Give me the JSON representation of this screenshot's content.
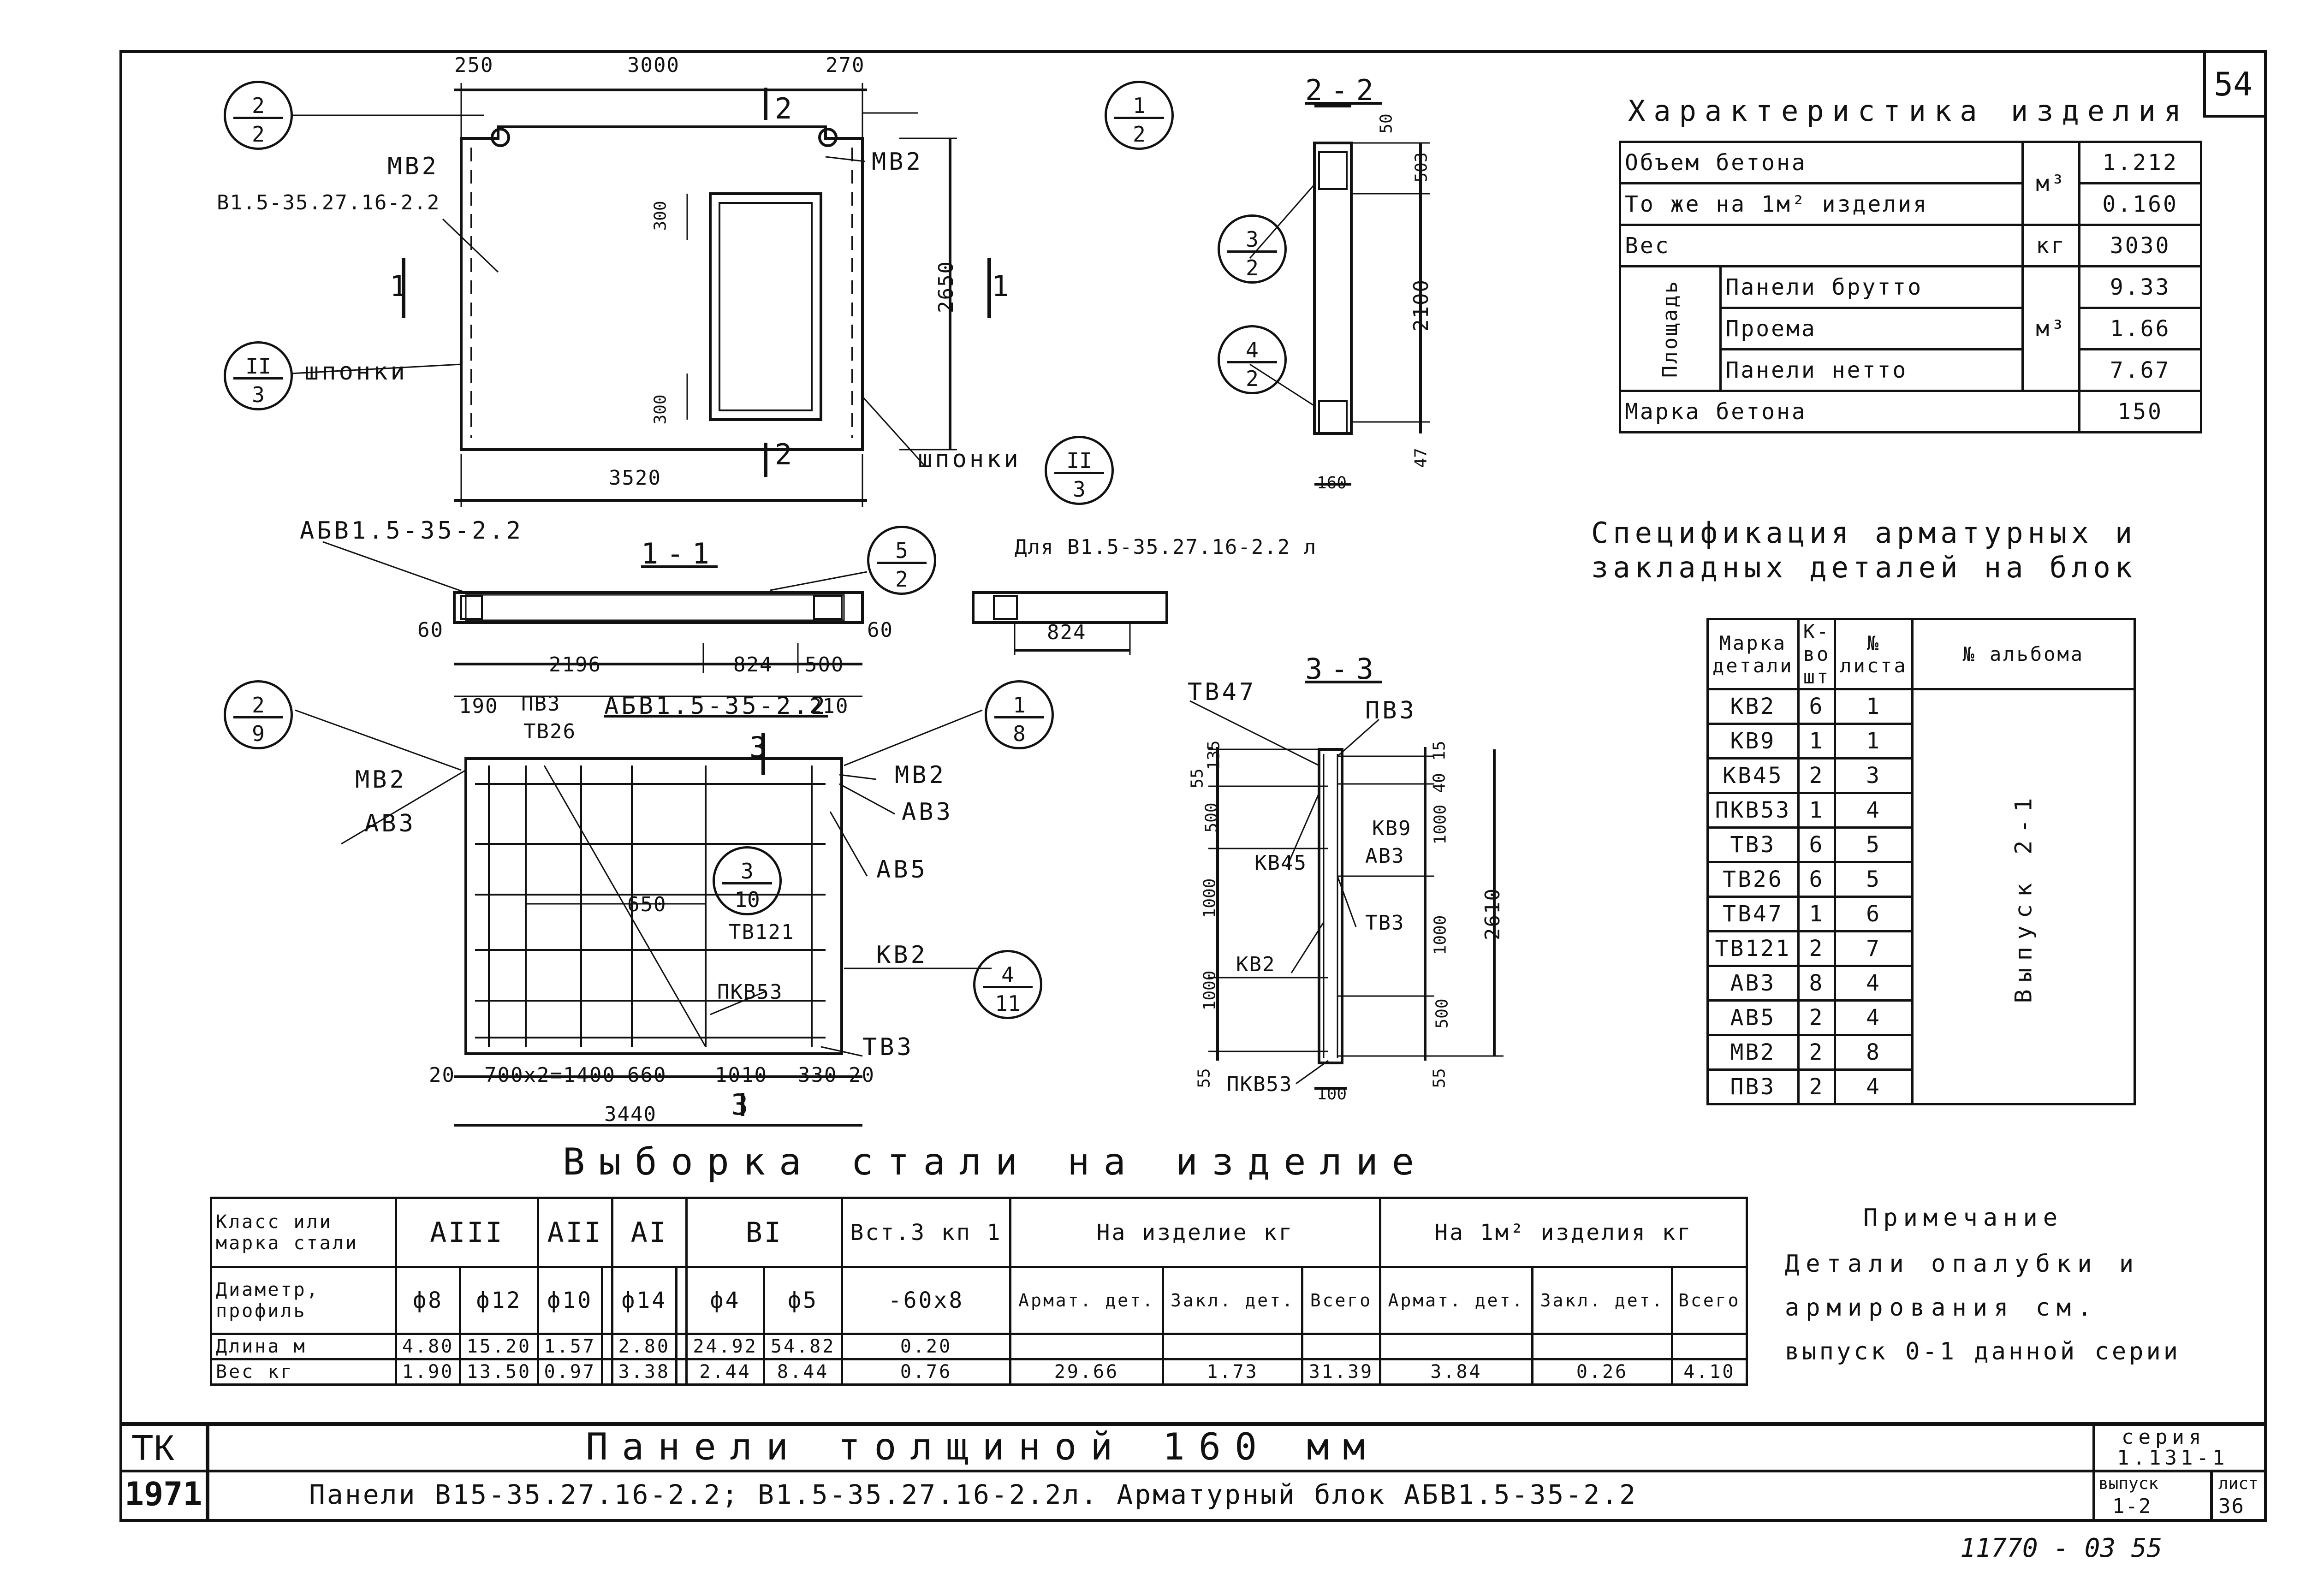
{
  "sheet_corner": "54",
  "product_characteristics": {
    "title": "Характеристика изделия",
    "rows": [
      {
        "label": "Объем бетона",
        "unit": "м³",
        "value": "1.212"
      },
      {
        "label": "То же на 1м² изделия",
        "unit": "",
        "value": "0.160"
      },
      {
        "label": "Вес",
        "unit": "кг",
        "value": "3030"
      },
      {
        "group": "Площадь",
        "label": "Панели брутто",
        "unit": "м³",
        "value": "9.33"
      },
      {
        "group": "",
        "label": "Проема",
        "unit": "",
        "value": "1.66"
      },
      {
        "group": "",
        "label": "Панели нетто",
        "unit": "",
        "value": "7.67"
      },
      {
        "label": "Марка бетона",
        "unit": "",
        "value": "150"
      }
    ]
  },
  "spec": {
    "title_line1": "Спецификация арматурных и",
    "title_line2": "закладных деталей на блок",
    "headers": [
      "Марка детали",
      "К-во шт",
      "№ листа",
      "№ альбома"
    ],
    "album_note": "Выпуск 2-1",
    "rows": [
      [
        "КВ2",
        "6",
        "1"
      ],
      [
        "КВ9",
        "1",
        "1"
      ],
      [
        "КВ45",
        "2",
        "3"
      ],
      [
        "ПКВ53",
        "1",
        "4"
      ],
      [
        "ТВ3",
        "6",
        "5"
      ],
      [
        "ТВ26",
        "6",
        "5"
      ],
      [
        "ТВ47",
        "1",
        "6"
      ],
      [
        "ТВ121",
        "2",
        "7"
      ],
      [
        "АВ3",
        "8",
        "4"
      ],
      [
        "АВ5",
        "2",
        "4"
      ],
      [
        "МВ2",
        "2",
        "8"
      ],
      [
        "ПВ3",
        "2",
        "4"
      ]
    ]
  },
  "steel": {
    "title": "Выборка стали на изделие",
    "class_label": "Класс или марка стали",
    "diam_label": "Диаметр, профиль",
    "length_label": "Длина м",
    "weight_label": "Вес кг",
    "classes": [
      "АIII",
      "АII",
      "АI",
      "ВI",
      "Вст.3 кп 1"
    ],
    "per_item": "На изделие кг",
    "per_m2": "На 1м² изделия кг",
    "sub": [
      "Армат. дет.",
      "Закл. дет.",
      "Всего"
    ],
    "diameters": [
      "ф8",
      "ф12",
      "ф10",
      "",
      "ф14",
      "",
      "ф4",
      "ф5",
      "-60х8"
    ],
    "lengths": [
      "4.80",
      "15.20",
      "1.57",
      "",
      "2.80",
      "",
      "24.92",
      "54.82",
      "0.20"
    ],
    "weights": [
      "1.90",
      "13.50",
      "0.97",
      "",
      "3.38",
      "",
      "2.44",
      "8.44",
      "0.76"
    ],
    "totals_item": [
      "29.66",
      "1.73",
      "31.39"
    ],
    "totals_m2": [
      "3.84",
      "0.26",
      "4.10"
    ]
  },
  "note": {
    "title": "Примечание",
    "lines": [
      "Детали опалубки и",
      "армирования см.",
      "выпуск 0-1 данной серии"
    ]
  },
  "title_block": {
    "org": "ТК",
    "year": "1971",
    "title": "Панели толщиной 160 мм",
    "subtitle": "Панели В15-35.27.16-2.2; В1.5-35.27.16-2.2л. Арматурный блок АБВ1.5-35-2.2",
    "series_label": "серия",
    "series_value": "1.131-1",
    "issue_label": "выпуск",
    "issue_value": "1-2",
    "sheet_label": "лист",
    "sheet_value": "36",
    "stamp": "11770 - 03   55"
  },
  "drawing_labels": {
    "panel_mark": "В1.5-35.27.16-2.2",
    "mb2": "МВ2",
    "dowels": "шпонки",
    "cut_1_1": "1-1",
    "cut_2_2": "2-2",
    "cut_3_3": "3-3",
    "block_mark": "АБВ1.5-35-2.2",
    "for_l": "Для В1.5-35.27.16-2.2 л",
    "dims_top": [
      "250",
      "3000",
      "270"
    ],
    "dim_3520": "3520",
    "dim_2650": "2650",
    "dim_300a": "300",
    "dim_300b": "300",
    "dims_1_1": [
      "60",
      "2196",
      "824",
      "500",
      "60"
    ],
    "dim_824": "824",
    "dims_block_top": [
      "190",
      "210"
    ],
    "dims_block_bottom": [
      "20",
      "700х2=1400",
      "660",
      "1010",
      "330",
      "20"
    ],
    "dim_3440": "3440",
    "dim_650": "650",
    "dims_2_2": [
      "50",
      "503",
      "2100",
      "47",
      "160"
    ],
    "dims_3_3_left": [
      "55",
      "135",
      "500",
      "1000",
      "1000",
      "55"
    ],
    "dims_3_3_right": [
      "15",
      "40",
      "1000",
      "1000",
      "500",
      "55"
    ],
    "dim_2610": "2610",
    "dim_100": "100",
    "labels_block": [
      "ПВ3",
      "ТВ26",
      "МВ2",
      "АВ3",
      "АВ5",
      "КВ2",
      "ТВ121",
      "ПКВ53",
      "ТВ3",
      "МВ2",
      "АВ3"
    ],
    "labels_3_3": [
      "ТВ47",
      "ПВ3",
      "КВ45",
      "КВ9",
      "АВ3",
      "ТВ3",
      "КВ2",
      "ПКВ53"
    ],
    "cut_marks": [
      "1",
      "1",
      "2",
      "2",
      "3",
      "3"
    ],
    "bubbles": [
      {
        "top": "2",
        "bottom": "2"
      },
      {
        "top": "1",
        "bottom": "2"
      },
      {
        "top": "II",
        "bottom": "3"
      },
      {
        "top": "II",
        "bottom": "3"
      },
      {
        "top": "3",
        "bottom": "2"
      },
      {
        "top": "4",
        "bottom": "2"
      },
      {
        "top": "5",
        "bottom": "2"
      },
      {
        "top": "2",
        "bottom": "9"
      },
      {
        "top": "1",
        "bottom": "8"
      },
      {
        "top": "3",
        "bottom": "10"
      },
      {
        "top": "4",
        "bottom": "11"
      }
    ]
  }
}
